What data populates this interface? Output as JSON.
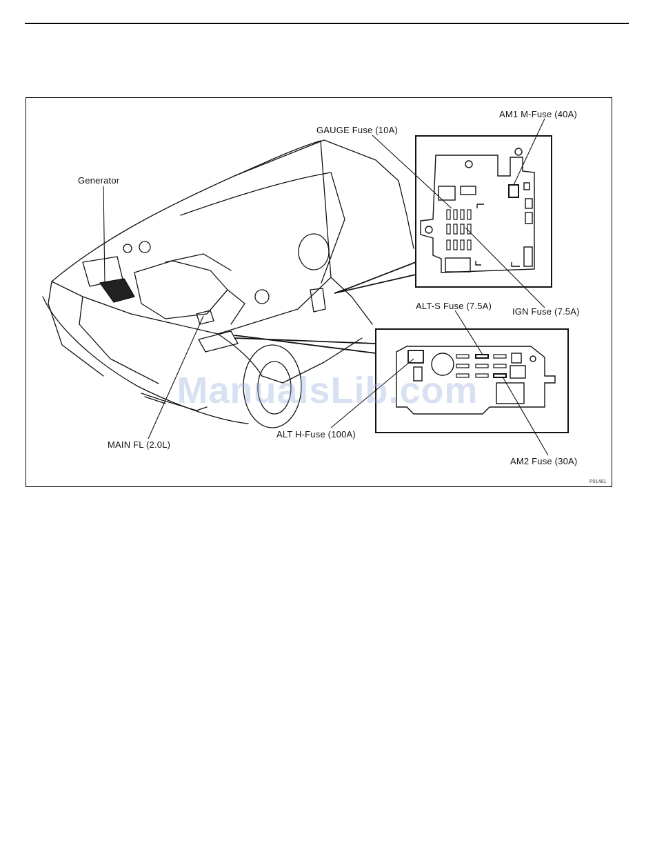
{
  "labels": {
    "am1": "AM1 M-Fuse (40A)",
    "gauge": "GAUGE Fuse (10A)",
    "generator": "Generator",
    "ign": "IGN Fuse (7.5A)",
    "alts": "ALT-S Fuse (7.5A)",
    "mainfl": "MAIN FL (2.0L)",
    "alth": "ALT H-Fuse (100A)",
    "am2": "AM2 Fuse (30A)"
  },
  "figure_code": "P01481",
  "watermark": "ManualsLib.com"
}
